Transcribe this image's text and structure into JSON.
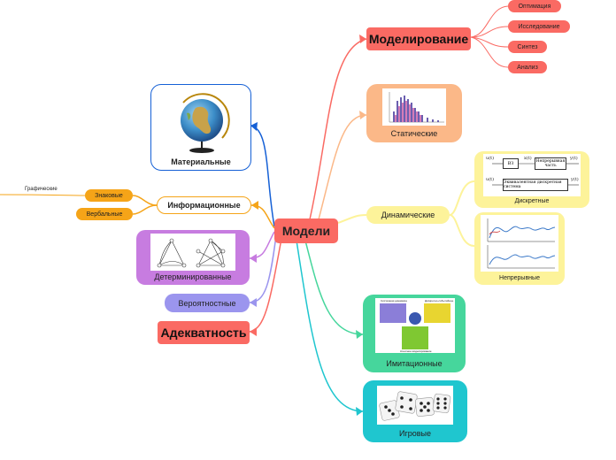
{
  "center": {
    "label": "Модели"
  },
  "modeling": {
    "title": "Моделирование",
    "children": [
      "Оптимация",
      "Исследование",
      "Синтез",
      "Анализ"
    ]
  },
  "right": {
    "static": "Статические",
    "dynamic": {
      "label": "Динамические",
      "discrete": {
        "label": "Дискретные",
        "blocks": [
          "ВЗ",
          "Непрерывная часть",
          "Эквивалентная дискретная система"
        ],
        "signals": [
          "u(t)",
          "x(t)",
          "y(t)",
          "u(t)",
          "y(t)"
        ]
      },
      "continuous": "Непрерывные"
    },
    "imitation": {
      "label": "Имитационные",
      "panel_titles": [
        "Системная динамика",
        "Дискретно-событийное",
        "Агентное моделирование"
      ]
    },
    "game": "Игровые"
  },
  "left": {
    "material": "Материальные",
    "informational": {
      "label": "Информационные",
      "children": [
        "Знаковые",
        "Вербальные"
      ],
      "sign_child": "Графические"
    },
    "deterministic": "Детерминированные",
    "probabilistic": "Вероятностные",
    "adequacy": "Адекватность"
  },
  "colors": {
    "red": "#fa6a63",
    "orange": "#fbb888",
    "yellow": "#fdf39a",
    "green": "#46d69c",
    "cyan": "#1fc6cf",
    "blue": "#1560d6",
    "amber": "#f5a418",
    "purple": "#c77ce0",
    "lavender": "#9b95ee"
  }
}
